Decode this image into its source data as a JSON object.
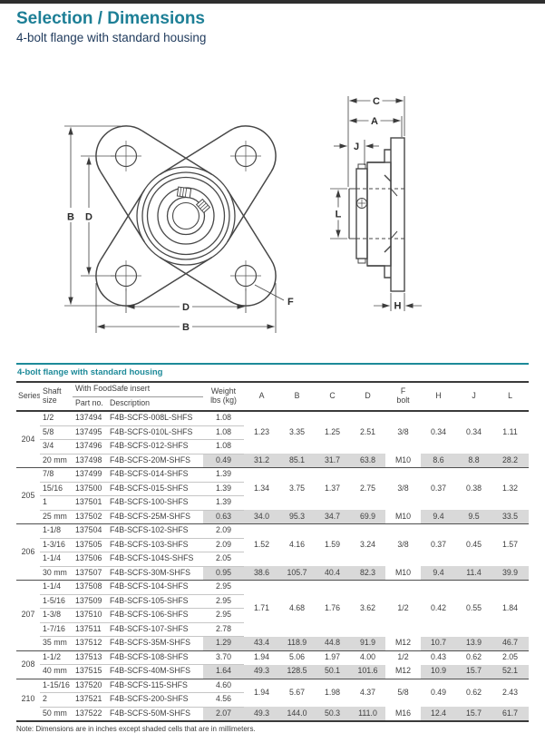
{
  "page": {
    "title": "Selection / Dimensions",
    "subtitle": "4-bolt flange with standard housing",
    "note": "Note: Dimensions are in inches except shaded cells that are in millimeters."
  },
  "colors": {
    "accent_teal": "#1d8a99",
    "heading_teal": "#1d7f96",
    "subtitle_navy": "#1f3a5c",
    "metric_shade": "#d9d9d9",
    "top_bar": "#2e2e2e"
  },
  "diagram": {
    "front": {
      "b_left": "B",
      "d_left": "D",
      "d_bottom": "D",
      "b_bottom": "B",
      "f": "F"
    },
    "side": {
      "c": "C",
      "a": "A",
      "j": "J",
      "l": "L",
      "h": "H"
    }
  },
  "table": {
    "title": "4-bolt flange with standard housing",
    "headers": {
      "series": "Series",
      "shaft": "Shaft\nsize",
      "insert_group": "With FoodSafe insert",
      "part": "Part no.",
      "desc": "Description",
      "weight": "Weight\nlbs (kg)",
      "a": "A",
      "b": "B",
      "c": "C",
      "d": "D",
      "f": "F\nbolt",
      "h": "H",
      "j": "J",
      "l": "L"
    },
    "groups": [
      {
        "series": "204",
        "inch_rows": [
          {
            "shaft": "1/2",
            "part": "137494",
            "desc": "F4B-SCFS-008L-SHFS",
            "weight": "1.08"
          },
          {
            "shaft": "5/8",
            "part": "137495",
            "desc": "F4B-SCFS-010L-SHFS",
            "weight": "1.08"
          },
          {
            "shaft": "3/4",
            "part": "137496",
            "desc": "F4B-SCFS-012-SHFS",
            "weight": "1.08"
          }
        ],
        "inch_dims": [
          "1.23",
          "3.35",
          "1.25",
          "2.51",
          "3/8",
          "0.34",
          "0.34",
          "1.11"
        ],
        "metric_row": {
          "shaft": "20 mm",
          "part": "137498",
          "desc": "F4B-SCFS-20M-SHFS",
          "weight": "0.49",
          "dims": [
            "31.2",
            "85.1",
            "31.7",
            "63.8",
            "M10",
            "8.6",
            "8.8",
            "28.2"
          ]
        }
      },
      {
        "series": "205",
        "inch_rows": [
          {
            "shaft": "7/8",
            "part": "137499",
            "desc": "F4B-SCFS-014-SHFS",
            "weight": "1.39"
          },
          {
            "shaft": "15/16",
            "part": "137500",
            "desc": "F4B-SCFS-015-SHFS",
            "weight": "1.39"
          },
          {
            "shaft": "1",
            "part": "137501",
            "desc": "F4B-SCFS-100-SHFS",
            "weight": "1.39"
          }
        ],
        "inch_dims": [
          "1.34",
          "3.75",
          "1.37",
          "2.75",
          "3/8",
          "0.37",
          "0.38",
          "1.32"
        ],
        "metric_row": {
          "shaft": "25 mm",
          "part": "137502",
          "desc": "F4B-SCFS-25M-SHFS",
          "weight": "0.63",
          "dims": [
            "34.0",
            "95.3",
            "34.7",
            "69.9",
            "M10",
            "9.4",
            "9.5",
            "33.5"
          ]
        }
      },
      {
        "series": "206",
        "inch_rows": [
          {
            "shaft": "1-1/8",
            "part": "137504",
            "desc": "F4B-SCFS-102-SHFS",
            "weight": "2.09"
          },
          {
            "shaft": "1-3/16",
            "part": "137505",
            "desc": "F4B-SCFS-103-SHFS",
            "weight": "2.09"
          },
          {
            "shaft": "1-1/4",
            "part": "137506",
            "desc": "F4B-SCFS-104S-SHFS",
            "weight": "2.05"
          }
        ],
        "inch_dims": [
          "1.52",
          "4.16",
          "1.59",
          "3.24",
          "3/8",
          "0.37",
          "0.45",
          "1.57"
        ],
        "metric_row": {
          "shaft": "30 mm",
          "part": "137507",
          "desc": "F4B-SCFS-30M-SHFS",
          "weight": "0.95",
          "dims": [
            "38.6",
            "105.7",
            "40.4",
            "82.3",
            "M10",
            "9.4",
            "11.4",
            "39.9"
          ]
        }
      },
      {
        "series": "207",
        "inch_rows": [
          {
            "shaft": "1-1/4",
            "part": "137508",
            "desc": "F4B-SCFS-104-SHFS",
            "weight": "2.95"
          },
          {
            "shaft": "1-5/16",
            "part": "137509",
            "desc": "F4B-SCFS-105-SHFS",
            "weight": "2.95"
          },
          {
            "shaft": "1-3/8",
            "part": "137510",
            "desc": "F4B-SCFS-106-SHFS",
            "weight": "2.95"
          },
          {
            "shaft": "1-7/16",
            "part": "137511",
            "desc": "F4B-SCFS-107-SHFS",
            "weight": "2.78"
          }
        ],
        "inch_dims": [
          "1.71",
          "4.68",
          "1.76",
          "3.62",
          "1/2",
          "0.42",
          "0.55",
          "1.84"
        ],
        "metric_row": {
          "shaft": "35 mm",
          "part": "137512",
          "desc": "F4B-SCFS-35M-SHFS",
          "weight": "1.29",
          "dims": [
            "43.4",
            "118.9",
            "44.8",
            "91.9",
            "M12",
            "10.7",
            "13.9",
            "46.7"
          ]
        }
      },
      {
        "series": "208",
        "inch_rows": [
          {
            "shaft": "1-1/2",
            "part": "137513",
            "desc": "F4B-SCFS-108-SHFS",
            "weight": "3.70"
          }
        ],
        "inch_dims": [
          "1.94",
          "5.06",
          "1.97",
          "4.00",
          "1/2",
          "0.43",
          "0.62",
          "2.05"
        ],
        "metric_row": {
          "shaft": "40 mm",
          "part": "137515",
          "desc": "F4B-SCFS-40M-SHFS",
          "weight": "1.64",
          "dims": [
            "49.3",
            "128.5",
            "50.1",
            "101.6",
            "M12",
            "10.9",
            "15.7",
            "52.1"
          ]
        }
      },
      {
        "series": "210",
        "inch_rows": [
          {
            "shaft": "1-15/16",
            "part": "137520",
            "desc": "F4B-SCFS-115-SHFS",
            "weight": "4.60"
          },
          {
            "shaft": "2",
            "part": "137521",
            "desc": "F4B-SCFS-200-SHFS",
            "weight": "4.56"
          }
        ],
        "inch_dims": [
          "1.94",
          "5.67",
          "1.98",
          "4.37",
          "5/8",
          "0.49",
          "0.62",
          "2.43"
        ],
        "metric_row": {
          "shaft": "50 mm",
          "part": "137522",
          "desc": "F4B-SCFS-50M-SHFS",
          "weight": "2.07",
          "dims": [
            "49.3",
            "144.0",
            "50.3",
            "111.0",
            "M16",
            "12.4",
            "15.7",
            "61.7"
          ]
        }
      }
    ]
  }
}
